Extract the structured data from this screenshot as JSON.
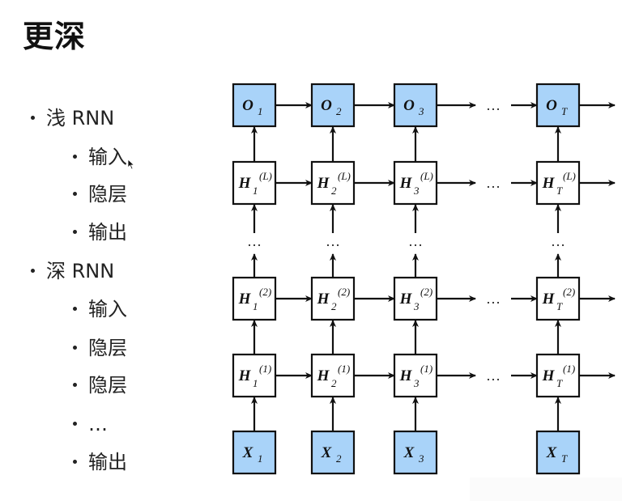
{
  "slide": {
    "title": "更深",
    "bullets": [
      {
        "level": 1,
        "text": "浅 RNN"
      },
      {
        "level": 2,
        "text": "输入"
      },
      {
        "level": 2,
        "text": "隐层"
      },
      {
        "level": 2,
        "text": "输出"
      },
      {
        "level": 1,
        "text": "深 RNN"
      },
      {
        "level": 2,
        "text": "输入"
      },
      {
        "level": 2,
        "text": "隐层"
      },
      {
        "level": 2,
        "text": "隐层"
      },
      {
        "level": 2,
        "text": "…"
      },
      {
        "level": 2,
        "text": "输出"
      }
    ]
  },
  "diagram": {
    "colors": {
      "input_output_fill": "#a9d3f9",
      "hidden_fill": "#ffffff",
      "stroke": "#111111"
    },
    "columns": [
      "1",
      "2",
      "3",
      "T"
    ],
    "column_gap_label": "…",
    "layer_gap_label": "…",
    "rows": [
      {
        "id": "output",
        "symbol": "O",
        "sup": "",
        "subs": [
          "1",
          "2",
          "3",
          "T"
        ],
        "filled": true
      },
      {
        "id": "hidden-L",
        "symbol": "H",
        "sup": "(L)",
        "subs": [
          "1",
          "2",
          "3",
          "T"
        ],
        "filled": false
      },
      {
        "id": "hidden-2",
        "symbol": "H",
        "sup": "(2)",
        "subs": [
          "1",
          "2",
          "3",
          "T"
        ],
        "filled": false
      },
      {
        "id": "hidden-1",
        "symbol": "H",
        "sup": "(1)",
        "subs": [
          "1",
          "2",
          "3",
          "T"
        ],
        "filled": false
      },
      {
        "id": "input",
        "symbol": "X",
        "sup": "",
        "subs": [
          "1",
          "2",
          "3",
          "T"
        ],
        "filled": true
      }
    ]
  }
}
